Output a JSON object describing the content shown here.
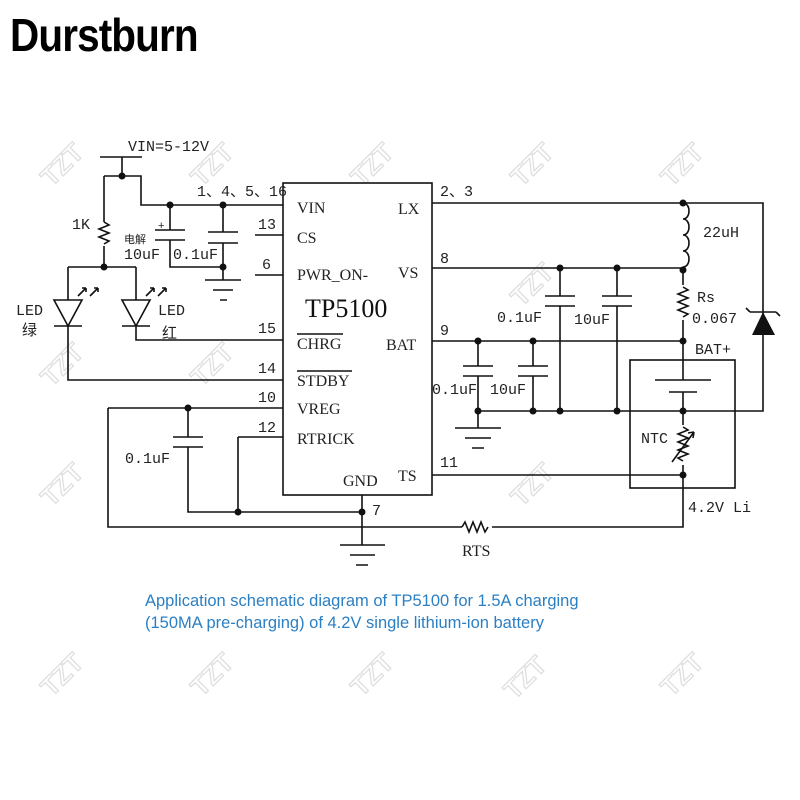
{
  "brand": "Durstburn",
  "watermark": "TZT",
  "schematic": {
    "vin": "VIN=5-12V",
    "vin_pins": "1、4、5、16",
    "r1": "1K",
    "c_electrolytic": "电解",
    "c1": "10uF",
    "c2": "0.1uF",
    "led_green": "LED",
    "led_green_cn": "绿",
    "led_red": "LED",
    "led_red_cn": "红",
    "c_vreg": "0.1uF",
    "ic_name": "TP5100",
    "pins_left": {
      "vin": "VIN",
      "cs": "CS",
      "pwr": "PWR_ON-",
      "chrg": "CHRG",
      "stdby": "STDBY",
      "vreg": "VREG",
      "rtrick": "RTRICK",
      "gnd": "GND"
    },
    "pins_right": {
      "lx": "LX",
      "vs": "VS",
      "bat": "BAT",
      "ts": "TS"
    },
    "pin_numbers": {
      "p13": "13",
      "p6": "6",
      "p15": "15",
      "p14": "14",
      "p10": "10",
      "p12": "12",
      "p7": "7",
      "p23": "2、3",
      "p8": "8",
      "p9": "9",
      "p11": "11"
    },
    "inductor": "22uH",
    "rs": "Rs",
    "rs_value": "0.067",
    "c_vs1": "0.1uF",
    "c_vs2": "10uF",
    "c_bat1": "0.1uF",
    "c_bat2": "10uF",
    "bat_plus": "BAT+",
    "ntc": "NTC",
    "battery": "4.2V Li",
    "rts": "RTS"
  },
  "caption": {
    "line1": "Application schematic diagram of TP5100 for 1.5A charging",
    "line2": "(150MA pre-charging) of 4.2V single lithium-ion battery"
  },
  "colors": {
    "caption": "#2b7fc3"
  }
}
